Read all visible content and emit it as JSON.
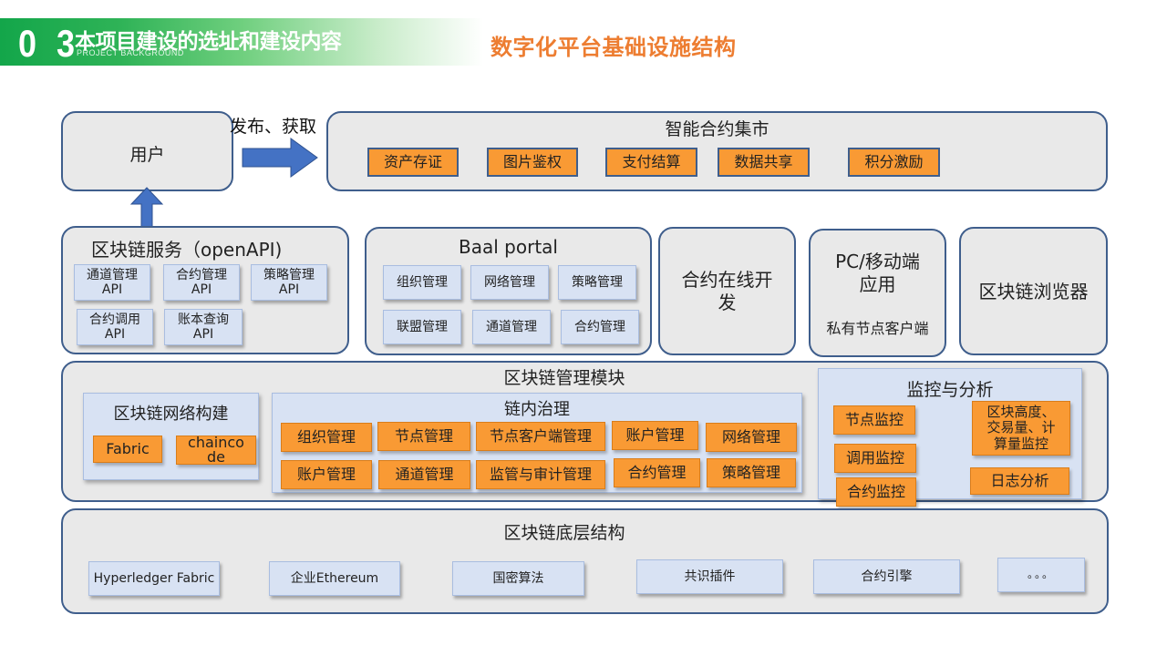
{
  "header": {
    "section_number": "0 3",
    "section_title": "本项目建设的选址和建设内容",
    "section_subtitle": "PROJECT  BACKGROUND",
    "page_title": "数字化平台基础设施结构"
  },
  "colors": {
    "banner_green": "#13a64a",
    "title_orange": "#ed7d31",
    "module_orange": "#f99a34",
    "module_blue": "#d8e2f3",
    "panel_gray": "#e9e9e9",
    "border_navy": "#3f5e8c",
    "arrow_blue": "#4472c4"
  },
  "user_box": {
    "label": "用户"
  },
  "arrow_label": "发布、获取",
  "market": {
    "title": "智能合约集市",
    "items": [
      "资产存证",
      "图片鉴权",
      "支付结算",
      "数据共享",
      "积分激励"
    ]
  },
  "service": {
    "title": "区块链服务（openAPI)",
    "items": [
      "通道管理\nAPI",
      "合约管理\nAPI",
      "策略管理\nAPI",
      "合约调用\nAPI",
      "账本查询\nAPI"
    ]
  },
  "portal": {
    "title": "Baal  portal",
    "items": [
      "组织管理",
      "网络管理",
      "策略管理",
      "联盟管理",
      "通道管理",
      "合约管理"
    ]
  },
  "online_dev": {
    "label": "合约在线开\n发"
  },
  "client_app": {
    "title": "PC/移动端\n应用",
    "subtitle": "私有节点客户端"
  },
  "explorer": {
    "label": "区块链浏览器"
  },
  "management": {
    "title": "区块链管理模块",
    "network_build": {
      "title": "区块链网络构建",
      "items": [
        "Fabric",
        "chainco\nde"
      ]
    },
    "governance": {
      "title": "链内治理",
      "items": [
        "组织管理",
        "节点管理",
        "节点客户端管理",
        "账户管理",
        "网络管理",
        "账户管理",
        "通道管理",
        "监管与审计管理",
        "合约管理",
        "策略管理"
      ]
    },
    "monitor": {
      "title": "监控与分析",
      "items": [
        "节点监控",
        "调用监控",
        "合约监控",
        "区块高度、\n交易量、计\n算量监控",
        "日志分析"
      ]
    }
  },
  "base": {
    "title": "区块链底层结构",
    "items": [
      "Hyperledger Fabric",
      "企业Ethereum",
      "国密算法",
      "共识插件",
      "合约引擎",
      "。。。"
    ]
  }
}
